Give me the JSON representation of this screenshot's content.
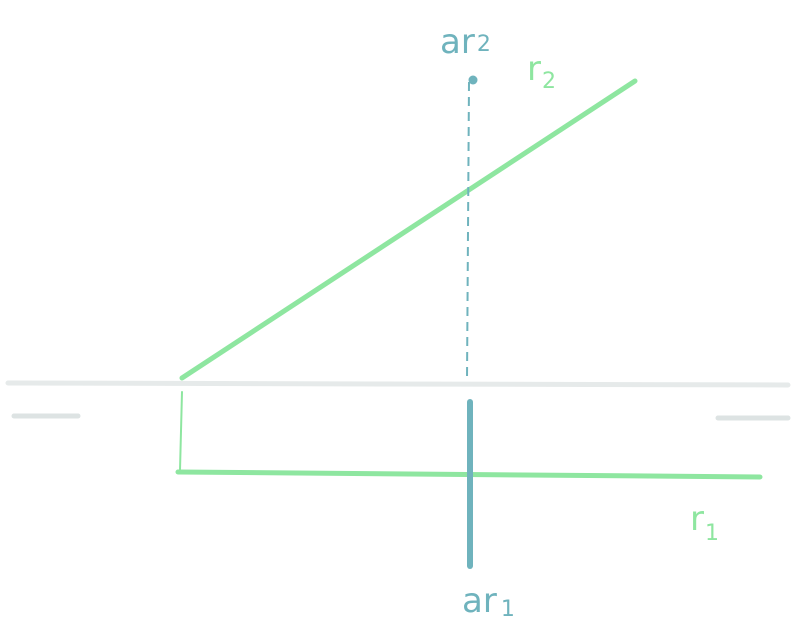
{
  "labels": {
    "ar2": {
      "base": "ar",
      "sub": "2"
    },
    "r2": {
      "base": "r",
      "sub": "2"
    },
    "r1": {
      "base": "r",
      "sub": "1"
    },
    "ar1": {
      "base": "ar",
      "sub": "1"
    }
  },
  "colors": {
    "green": "#8ee6a0",
    "teal": "#6fb3bd",
    "ground": "#e6eaea",
    "ground_mark": "#dde3e3"
  }
}
